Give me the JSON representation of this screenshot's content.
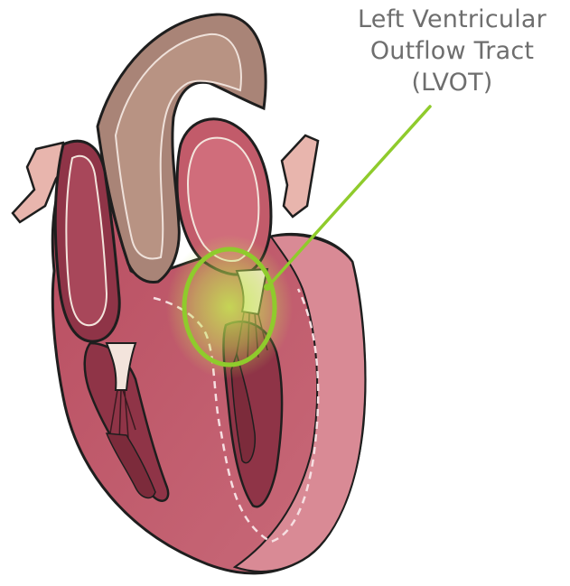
{
  "callout": {
    "line1": "Left Ventricular",
    "line2": "Outflow Tract",
    "line3": "(LVOT)"
  },
  "colors": {
    "highlight": "#8fcb2c",
    "label_text": "#6e6e6e",
    "myocardium": "#c25b6a",
    "myocardium_light": "#d98a95",
    "chamber_dark": "#8f3447",
    "vessel": "#a98477",
    "vessel_outline": "#f3e4dc",
    "outline": "#1e1e1e"
  },
  "icons": {
    "main": "heart-cross-section-icon"
  }
}
